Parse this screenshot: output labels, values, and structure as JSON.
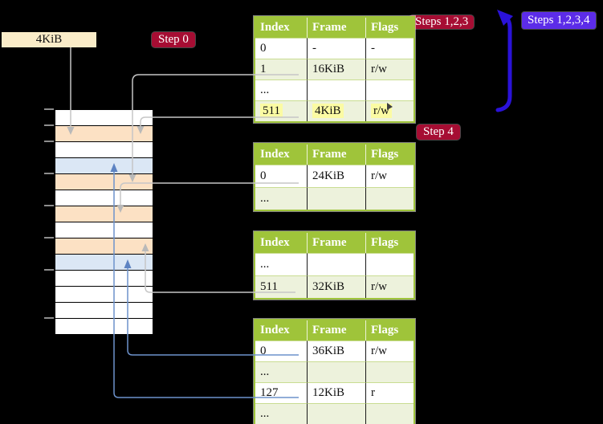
{
  "frame_label": {
    "text": "4KiB"
  },
  "badges": {
    "step0": "Step 0",
    "steps123": "Steps 1,2,3",
    "steps1234": "Steps 1,2,3,4",
    "step4": "Step 4"
  },
  "colors": {
    "white": "#ffffff",
    "peach": "#fce1c4",
    "blue": "#dbe7f5",
    "table_green": "#9fc43a",
    "row_light_green": "#edf2dc",
    "highlight_yellow": "#fbfba3",
    "badge_crimson": "#a60d33",
    "badge_violet": "#5c2ce8",
    "big_arrow_blue": "#2a12d8",
    "thin_line_blue": "#6d92cc",
    "thin_line_gray": "#c6c6c6",
    "frame_label_cream": "#faecc8"
  },
  "memory_stack": {
    "row_colors": [
      "white",
      "peach",
      "white",
      "blue",
      "peach",
      "white",
      "peach",
      "white",
      "peach",
      "blue",
      "white",
      "white",
      "white",
      "white"
    ]
  },
  "tables": [
    {
      "headers": [
        "Index",
        "Frame",
        "Flags"
      ],
      "rows": [
        [
          "0",
          "-",
          "-"
        ],
        [
          "1",
          "16KiB",
          "r/w"
        ],
        [
          "...",
          "",
          ""
        ],
        [
          "511",
          "4KiB",
          "r/w"
        ]
      ]
    },
    {
      "headers": [
        "Index",
        "Frame",
        "Flags"
      ],
      "rows": [
        [
          "0",
          "24KiB",
          "r/w"
        ],
        [
          "...",
          "",
          ""
        ]
      ]
    },
    {
      "headers": [
        "Index",
        "Frame",
        "Flags"
      ],
      "rows": [
        [
          "...",
          "",
          ""
        ],
        [
          "511",
          "32KiB",
          "r/w"
        ]
      ]
    },
    {
      "headers": [
        "Index",
        "Frame",
        "Flags"
      ],
      "rows": [
        [
          "0",
          "36KiB",
          "r/w"
        ],
        [
          "...",
          "",
          ""
        ],
        [
          "127",
          "12KiB",
          "r"
        ],
        [
          "...",
          "",
          ""
        ]
      ]
    }
  ]
}
